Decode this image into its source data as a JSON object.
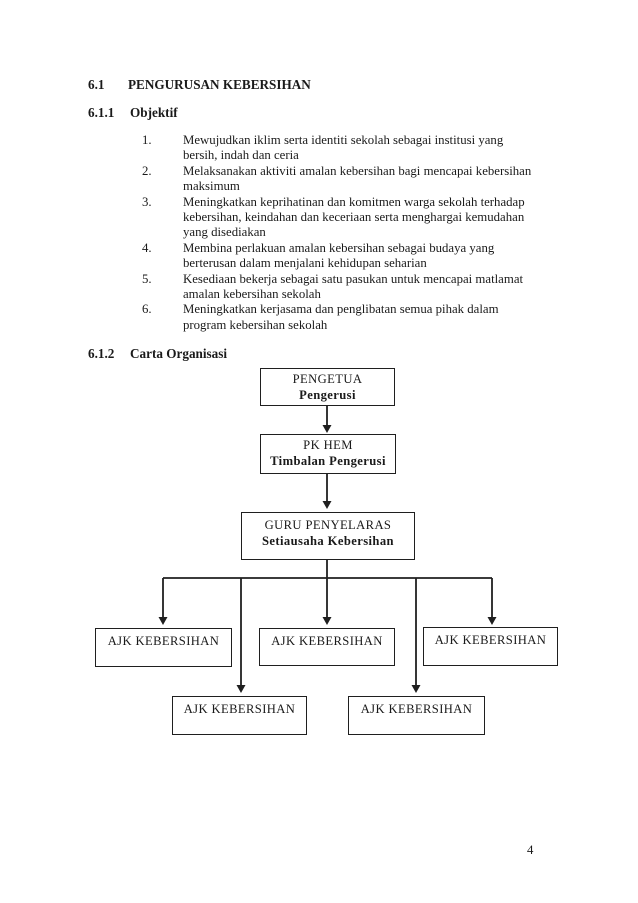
{
  "doc": {
    "h1": {
      "num": "6.1",
      "title": "PENGURUSAN KEBERSIHAN"
    },
    "h2": {
      "num": "6.1.1",
      "title": "Objektif"
    },
    "h3": {
      "num": "6.1.2",
      "title": "Carta Organisasi"
    },
    "objectives": [
      {
        "num": "1.",
        "lines": [
          "Mewujudkan iklim serta identiti sekolah sebagai institusi yang",
          "bersih, indah dan ceria"
        ]
      },
      {
        "num": "2.",
        "lines": [
          "Melaksanakan aktiviti amalan kebersihan bagi mencapai kebersihan",
          "maksimum"
        ]
      },
      {
        "num": "3.",
        "lines": [
          "Meningkatkan keprihatinan dan komitmen warga sekolah terhadap",
          "kebersihan, keindahan dan keceriaan serta menghargai kemudahan",
          "yang disediakan"
        ]
      },
      {
        "num": "4.",
        "lines": [
          "Membina perlakuan amalan kebersihan sebagai budaya yang",
          "berterusan dalam menjalani kehidupan seharian"
        ]
      },
      {
        "num": "5.",
        "lines": [
          "Kesediaan bekerja sebagai satu pasukan untuk mencapai matlamat",
          "amalan kebersihan sekolah"
        ]
      },
      {
        "num": "6.",
        "lines": [
          "Meningkatkan kerjasama dan penglibatan semua pihak dalam",
          "program kebersihan sekolah"
        ]
      }
    ],
    "chart": {
      "pengetua": {
        "role": "PENGETUA",
        "pos": "Pengerusi"
      },
      "pkhem": {
        "role": "PK HEM",
        "pos": "Timbalan Pengerusi"
      },
      "guru": {
        "role": "GURU PENYELARAS",
        "pos": "Setiausaha Kebersihan"
      },
      "ajk": [
        "AJK KEBERSIHAN",
        "AJK KEBERSIHAN",
        "AJK KEBERSIHAN",
        "AJK KEBERSIHAN",
        "AJK KEBERSIHAN"
      ]
    },
    "page_number": "4",
    "line_color": "#1f1f1f"
  }
}
